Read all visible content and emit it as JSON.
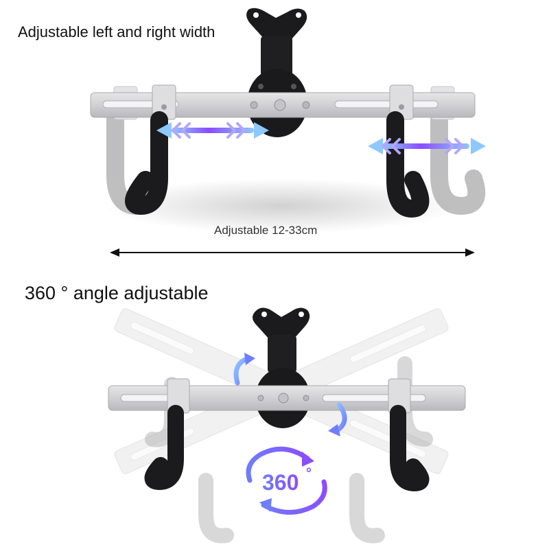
{
  "captions": {
    "top_heading": "Adjustable left and right width",
    "dimension_label": "Adjustable 12-33cm",
    "bottom_heading": "360 ° angle adjustable",
    "badge_number": "360",
    "badge_degree": "°"
  },
  "colors": {
    "aluminum": "#d4d4d6",
    "aluminum_edge": "#a9a9ad",
    "hook_black": "#1b1b1d",
    "hook_ghost": "#a9a9ab",
    "arrow_blue": "#6f7dff",
    "arrow_purple": "#8a4dff",
    "arrow_cyan": "#8fc8ff",
    "text": "#111111"
  },
  "icons": [
    "double-arrow-icon",
    "rotate-arrow-icon",
    "360-badge-icon",
    "dimension-arrow-icon"
  ]
}
